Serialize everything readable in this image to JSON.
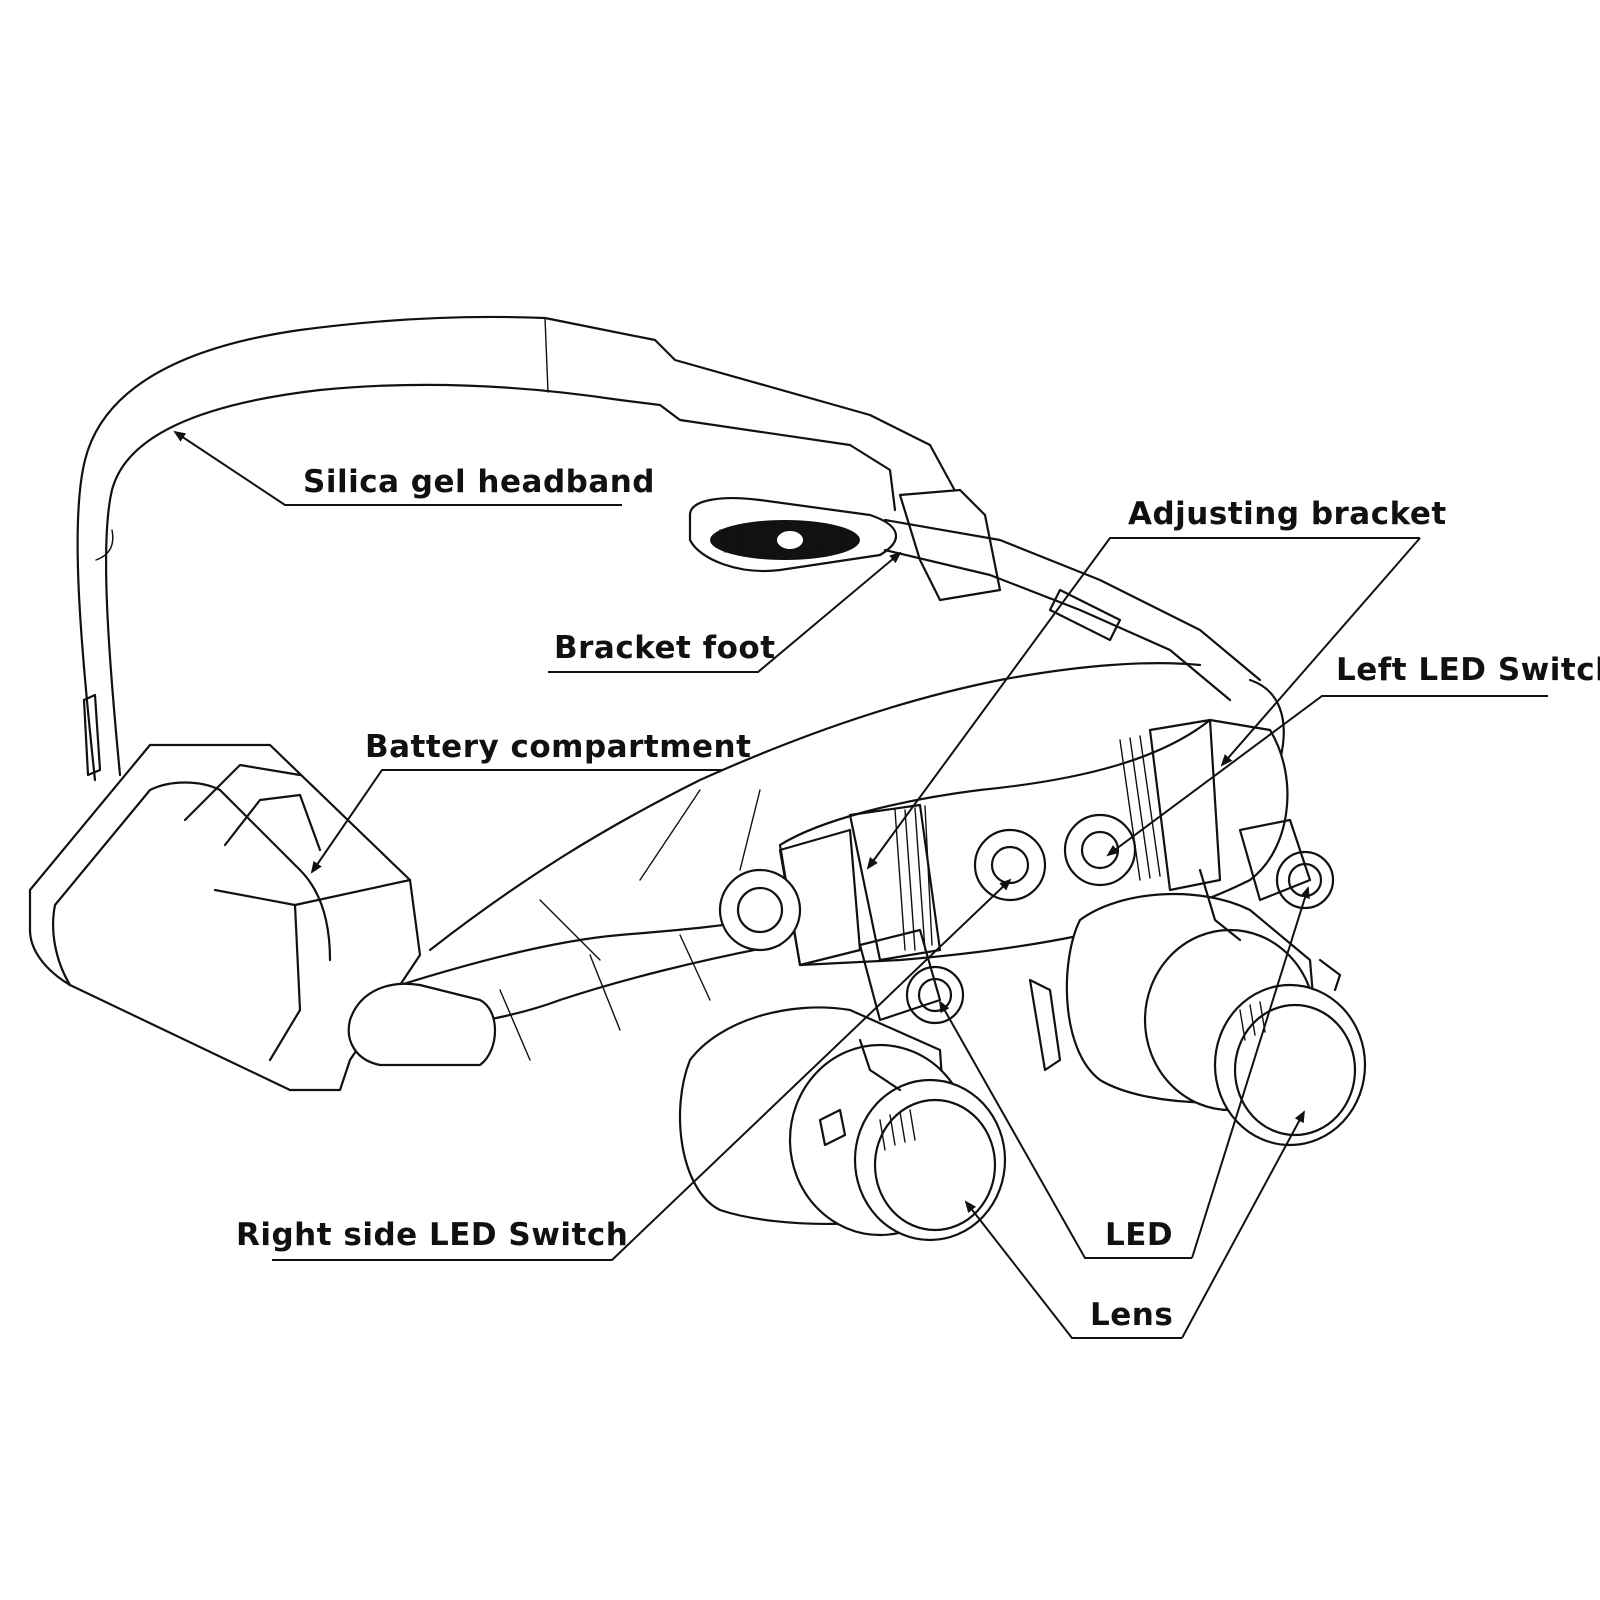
{
  "callouts": {
    "silica_gel_headband": "Silica gel headband",
    "bracket_foot": "Bracket foot",
    "battery_compartment": "Battery compartment",
    "adjusting_bracket": "Adjusting bracket",
    "left_led_switch": "Left LED Switch",
    "right_side_led_switch": "Right side LED Switch",
    "led": "LED",
    "lens": "Lens"
  },
  "colors": {
    "ink": "#111111",
    "background": "#ffffff"
  }
}
